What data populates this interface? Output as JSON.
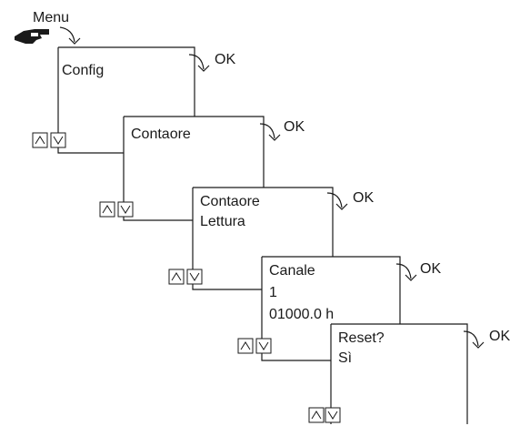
{
  "menu_label": "Menu",
  "screens": [
    {
      "lines": [
        "Config"
      ],
      "ok_label": "OK"
    },
    {
      "lines": [
        "Contaore"
      ],
      "ok_label": "OK"
    },
    {
      "lines": [
        "Contaore",
        "Lettura"
      ],
      "ok_label": "OK"
    },
    {
      "lines": [
        "Canale",
        "1",
        "01000.0 h"
      ],
      "ok_label": "OK"
    },
    {
      "lines": [
        "Reset?",
        "Sì"
      ],
      "ok_label": "OK"
    }
  ],
  "icons": {
    "hand": "pointing-hand-icon",
    "curved_arrow": "curved-arrow-icon",
    "nav_up": "up-arrow-icon",
    "nav_down": "down-arrow-icon"
  }
}
